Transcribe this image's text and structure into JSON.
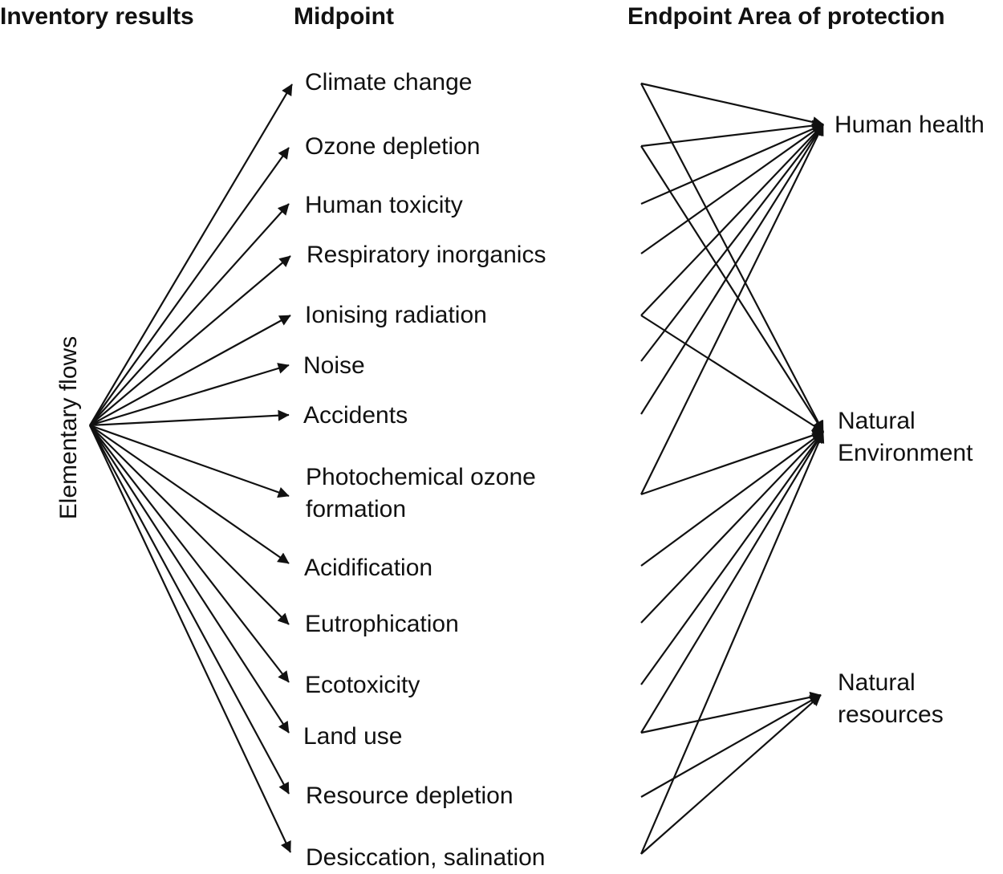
{
  "headers": {
    "inventory": "Inventory results",
    "midpoint": "Midpoint",
    "endpoint": "Endpoint Area of protection"
  },
  "source_label": "Elementary flows",
  "midpoints": [
    {
      "id": "climate-change",
      "lines": [
        "Climate change"
      ]
    },
    {
      "id": "ozone-depletion",
      "lines": [
        "Ozone depletion"
      ]
    },
    {
      "id": "human-toxicity",
      "lines": [
        "Human toxicity"
      ]
    },
    {
      "id": "respiratory-inorganics",
      "lines": [
        "Respiratory inorganics"
      ]
    },
    {
      "id": "ionising-radiation",
      "lines": [
        "Ionising radiation"
      ]
    },
    {
      "id": "noise",
      "lines": [
        "Noise"
      ]
    },
    {
      "id": "accidents",
      "lines": [
        "Accidents"
      ]
    },
    {
      "id": "photochemical-ozone-formation",
      "lines": [
        "Photochemical ozone",
        "formation"
      ]
    },
    {
      "id": "acidification",
      "lines": [
        "Acidification"
      ]
    },
    {
      "id": "eutrophication",
      "lines": [
        "Eutrophication"
      ]
    },
    {
      "id": "ecotoxicity",
      "lines": [
        "Ecotoxicity"
      ]
    },
    {
      "id": "land-use",
      "lines": [
        "Land use"
      ]
    },
    {
      "id": "resource-depletion",
      "lines": [
        "Resource depletion"
      ]
    },
    {
      "id": "desiccation-salination",
      "lines": [
        "Desiccation, salination"
      ]
    }
  ],
  "endpoints": [
    {
      "id": "human-health",
      "lines": [
        "Human health"
      ]
    },
    {
      "id": "natural-environment",
      "lines": [
        "Natural",
        "Environment"
      ]
    },
    {
      "id": "natural-resources",
      "lines": [
        "Natural",
        "resources"
      ]
    }
  ],
  "links": [
    {
      "from": "climate-change",
      "to": "human-health"
    },
    {
      "from": "climate-change",
      "to": "natural-environment"
    },
    {
      "from": "ozone-depletion",
      "to": "human-health"
    },
    {
      "from": "ozone-depletion",
      "to": "natural-environment"
    },
    {
      "from": "human-toxicity",
      "to": "human-health"
    },
    {
      "from": "respiratory-inorganics",
      "to": "human-health"
    },
    {
      "from": "ionising-radiation",
      "to": "human-health"
    },
    {
      "from": "ionising-radiation",
      "to": "natural-environment"
    },
    {
      "from": "noise",
      "to": "human-health"
    },
    {
      "from": "accidents",
      "to": "human-health"
    },
    {
      "from": "photochemical-ozone-formation",
      "to": "human-health"
    },
    {
      "from": "photochemical-ozone-formation",
      "to": "natural-environment"
    },
    {
      "from": "acidification",
      "to": "natural-environment"
    },
    {
      "from": "eutrophication",
      "to": "natural-environment"
    },
    {
      "from": "ecotoxicity",
      "to": "natural-environment"
    },
    {
      "from": "land-use",
      "to": "natural-environment"
    },
    {
      "from": "land-use",
      "to": "natural-resources"
    },
    {
      "from": "resource-depletion",
      "to": "natural-resources"
    },
    {
      "from": "desiccation-salination",
      "to": "natural-environment"
    },
    {
      "from": "desiccation-salination",
      "to": "natural-resources"
    }
  ],
  "colors": {
    "line": "#111111",
    "text": "#111111",
    "background": "#ffffff"
  }
}
